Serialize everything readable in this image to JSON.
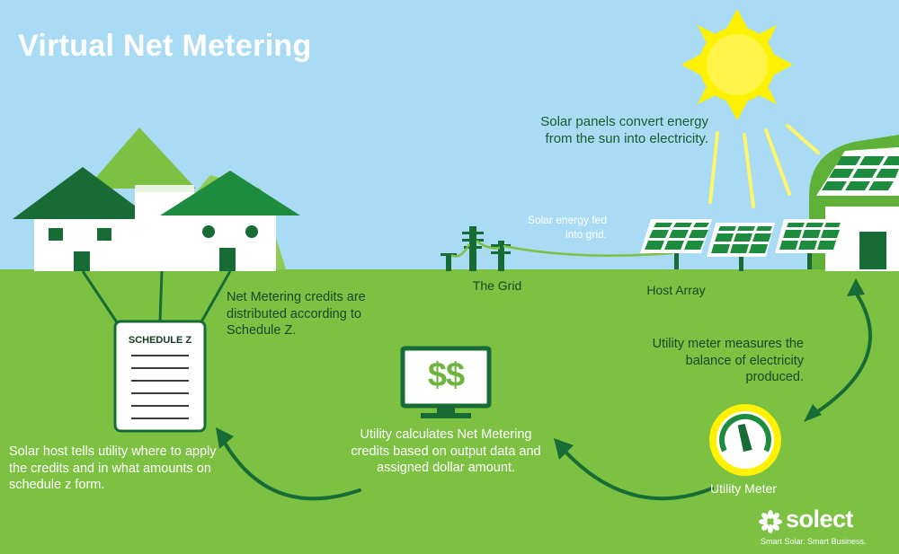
{
  "title": "Virtual Net Metering",
  "sun_caption": "Solar panels convert energy from the sun into electricity.",
  "grid_feed_caption": "Solar energy fed into grid.",
  "grid_label": "The Grid",
  "array_label": "Host Array",
  "credits_caption": "Net Metering credits are distributed according to Schedule Z.",
  "meter_caption": "Utility meter measures the balance of electricity produced.",
  "calc_caption": "Utility calculates Net Metering credits based on output data and assigned dollar amount.",
  "host_caption": "Solar host tells utility where to apply the credits and in what amounts on schedule z form.",
  "meter_label": "Utility Meter",
  "schedule_label": "SCHEDULE Z",
  "money_label": "$$",
  "brand": {
    "name": "solect",
    "tagline": "Smart Solar. Smart Business."
  },
  "colors": {
    "sky": "#a9dcf4",
    "grass": "#7dc143",
    "dark_green": "#176b34",
    "mid_green": "#1e8c3e",
    "sun": "#fff200",
    "sun_ray": "#fff568",
    "text_dark": "#154a25"
  }
}
